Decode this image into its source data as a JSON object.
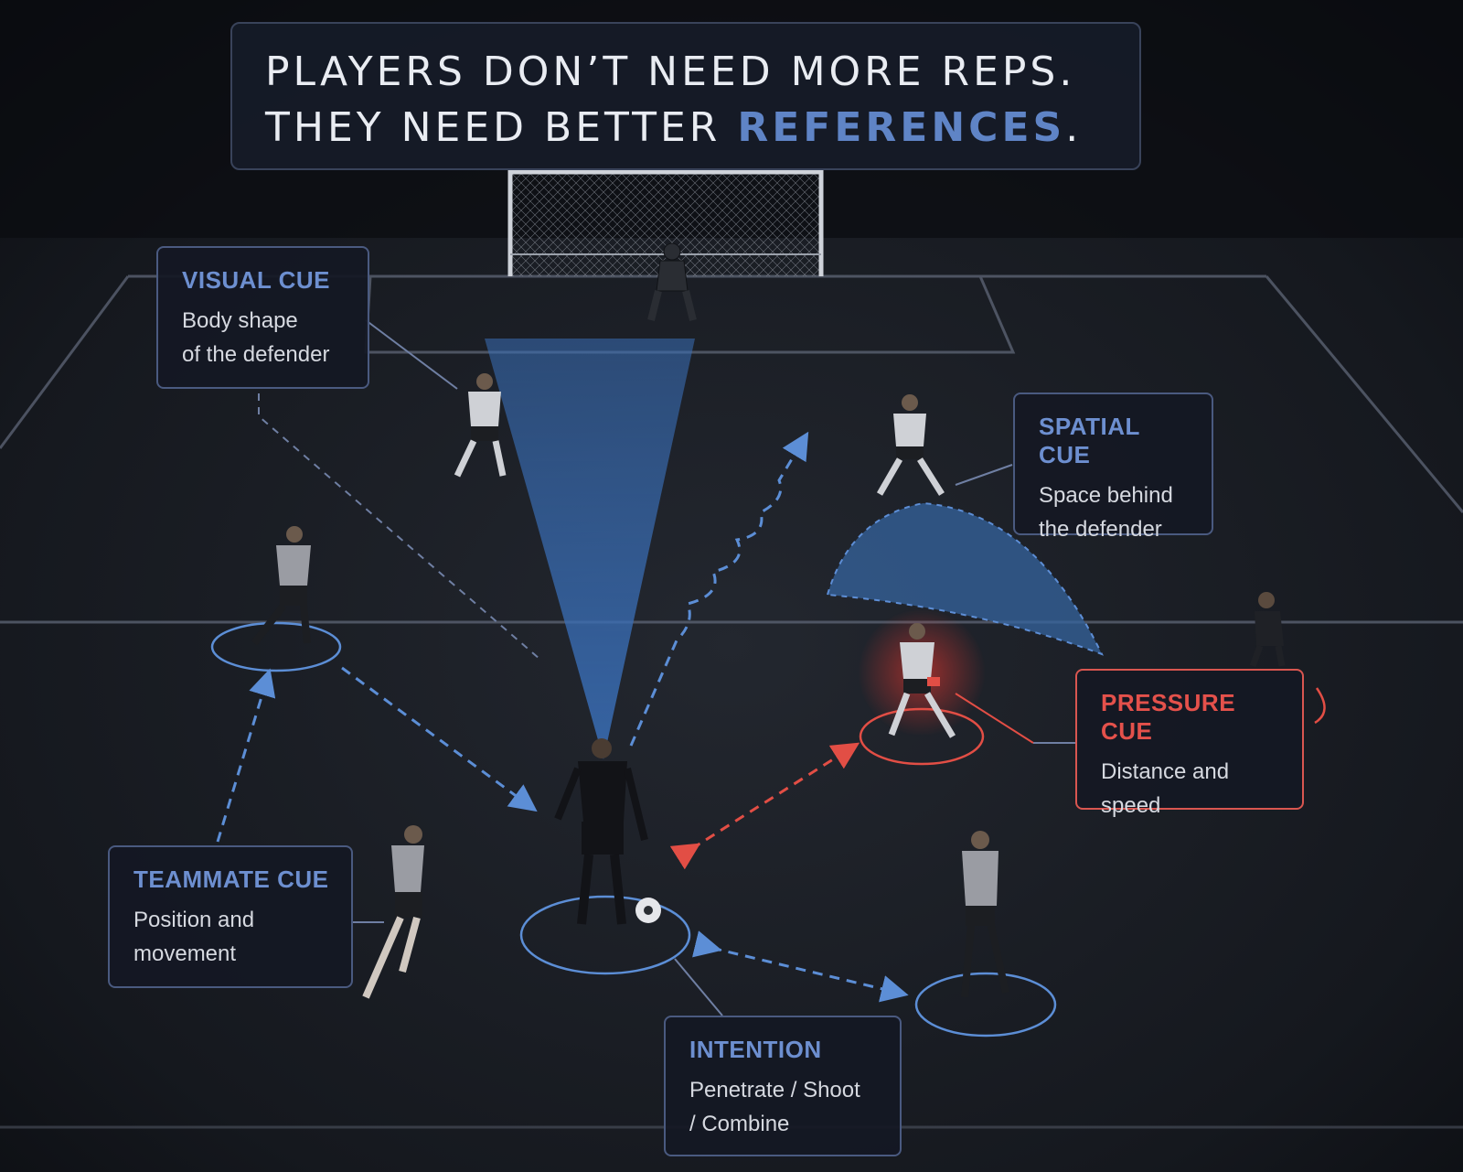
{
  "headline": {
    "line1": "PLAYERS DON’T NEED MORE REPS.",
    "line2_prefix": "THEY NEED BETTER ",
    "line2_highlight": "REFERENCES",
    "line2_suffix": "."
  },
  "cues": {
    "visual": {
      "title": "VISUAL CUE",
      "text": "Body shape\nof the defender"
    },
    "spatial": {
      "title": "SPATIAL CUE",
      "text": "Space behind\nthe defender"
    },
    "pressure": {
      "title": "PRESSURE CUE",
      "text": "Distance and\nspeed"
    },
    "teammate": {
      "title": "TEAMMATE CUE",
      "text": "Position and\nmovement"
    },
    "intention": {
      "title": "INTENTION",
      "text": "Penetrate / Shoot\n/ Combine"
    }
  },
  "colors": {
    "background": "#0d1016",
    "pitch_line": "#5b6272",
    "cue_blue": "#6d8fd0",
    "cue_red": "#e4514b",
    "headline_highlight": "#5f84c6",
    "panel_border": "#4a5a80"
  },
  "icons": {
    "ball": "soccer-ball-icon",
    "player": "player-figure-icon"
  }
}
